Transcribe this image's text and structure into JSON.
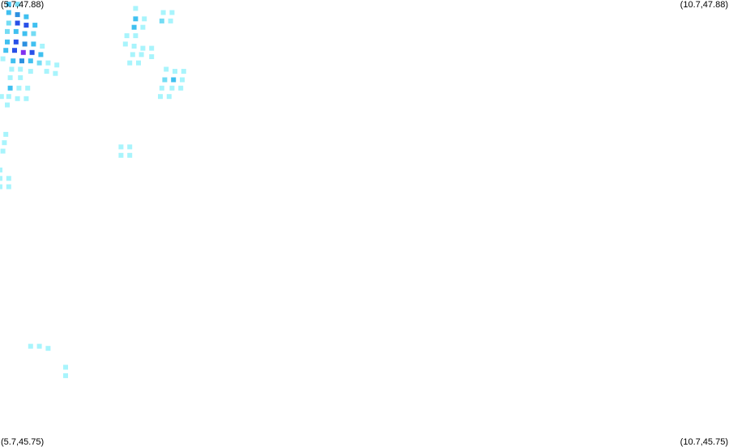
{
  "corners": {
    "top_left": "(5.7,47.88)",
    "top_right": "(10.7,47.88)",
    "bottom_left": "(5.7,45.75)",
    "bottom_right": "(10.7,45.75)"
  },
  "chart_data": {
    "type": "heatmap",
    "x_range": [
      5.7,
      10.7
    ],
    "y_range": [
      45.75,
      47.88
    ],
    "cell_size_deg": 0.0611,
    "level_colors": {
      "1": "#a8f4fc",
      "2": "#74dcf4",
      "3": "#40c0f0",
      "4": "#2c90e0",
      "5": "#2850e8",
      "6": "#8030f0"
    },
    "cells": [
      [
        5.76,
        47.86,
        3
      ],
      [
        5.82,
        47.86,
        2
      ],
      [
        5.76,
        47.82,
        3
      ],
      [
        5.82,
        47.81,
        4
      ],
      [
        5.88,
        47.8,
        3
      ],
      [
        5.76,
        47.77,
        2
      ],
      [
        5.82,
        47.77,
        5
      ],
      [
        5.88,
        47.76,
        5
      ],
      [
        5.94,
        47.76,
        3
      ],
      [
        5.75,
        47.73,
        2
      ],
      [
        5.81,
        47.73,
        3
      ],
      [
        5.87,
        47.72,
        3
      ],
      [
        5.93,
        47.72,
        2
      ],
      [
        5.75,
        47.68,
        3
      ],
      [
        5.81,
        47.68,
        5
      ],
      [
        5.87,
        47.67,
        4
      ],
      [
        5.93,
        47.67,
        3
      ],
      [
        5.99,
        47.66,
        1
      ],
      [
        5.74,
        47.64,
        3
      ],
      [
        5.8,
        47.64,
        5
      ],
      [
        5.86,
        47.63,
        6
      ],
      [
        5.92,
        47.63,
        5
      ],
      [
        5.98,
        47.62,
        3
      ],
      [
        5.72,
        47.6,
        1
      ],
      [
        5.79,
        47.59,
        3
      ],
      [
        5.85,
        47.59,
        4
      ],
      [
        5.91,
        47.59,
        3
      ],
      [
        5.97,
        47.58,
        2
      ],
      [
        6.03,
        47.58,
        1
      ],
      [
        6.09,
        47.57,
        1
      ],
      [
        5.78,
        47.55,
        1
      ],
      [
        5.84,
        47.55,
        1
      ],
      [
        5.91,
        47.54,
        1
      ],
      [
        6.02,
        47.54,
        1
      ],
      [
        6.08,
        47.53,
        1
      ],
      [
        5.77,
        47.51,
        1
      ],
      [
        5.84,
        47.51,
        1
      ],
      [
        5.77,
        47.46,
        3
      ],
      [
        5.83,
        47.46,
        1
      ],
      [
        5.89,
        47.46,
        1
      ],
      [
        5.71,
        47.42,
        1
      ],
      [
        5.76,
        47.42,
        1
      ],
      [
        5.82,
        47.41,
        1
      ],
      [
        5.88,
        47.41,
        1
      ],
      [
        5.75,
        47.38,
        1
      ],
      [
        5.74,
        47.24,
        1
      ],
      [
        5.73,
        47.2,
        1
      ],
      [
        5.72,
        47.16,
        1
      ],
      [
        5.7,
        47.07,
        1
      ],
      [
        5.7,
        47.03,
        1
      ],
      [
        5.76,
        47.03,
        1
      ],
      [
        5.7,
        46.99,
        1
      ],
      [
        5.76,
        46.99,
        1
      ],
      [
        5.91,
        46.23,
        1
      ],
      [
        5.97,
        46.23,
        1
      ],
      [
        6.03,
        46.22,
        1
      ],
      [
        6.15,
        46.13,
        1
      ],
      [
        6.15,
        46.09,
        1
      ],
      [
        6.63,
        47.84,
        1
      ],
      [
        6.69,
        47.79,
        1
      ],
      [
        6.63,
        47.79,
        3
      ],
      [
        6.62,
        47.75,
        3
      ],
      [
        6.68,
        47.75,
        1
      ],
      [
        6.57,
        47.71,
        1
      ],
      [
        6.63,
        47.71,
        1
      ],
      [
        6.56,
        47.67,
        1
      ],
      [
        6.62,
        47.66,
        1
      ],
      [
        6.68,
        47.65,
        1
      ],
      [
        6.74,
        47.65,
        1
      ],
      [
        6.61,
        47.62,
        1
      ],
      [
        6.67,
        47.62,
        1
      ],
      [
        6.74,
        47.61,
        1
      ],
      [
        6.59,
        47.58,
        1
      ],
      [
        6.65,
        47.58,
        1
      ],
      [
        6.82,
        47.82,
        1
      ],
      [
        6.88,
        47.82,
        1
      ],
      [
        6.81,
        47.78,
        2
      ],
      [
        6.87,
        47.78,
        1
      ],
      [
        6.84,
        47.55,
        1
      ],
      [
        6.9,
        47.54,
        1
      ],
      [
        6.96,
        47.54,
        1
      ],
      [
        6.83,
        47.5,
        2
      ],
      [
        6.89,
        47.5,
        3
      ],
      [
        6.95,
        47.5,
        1
      ],
      [
        6.81,
        47.46,
        1
      ],
      [
        6.88,
        47.46,
        1
      ],
      [
        6.94,
        47.46,
        1
      ],
      [
        6.8,
        47.42,
        1
      ],
      [
        6.86,
        47.42,
        1
      ],
      [
        6.53,
        47.18,
        1
      ],
      [
        6.59,
        47.18,
        1
      ],
      [
        6.53,
        47.14,
        1
      ],
      [
        6.59,
        47.14,
        1
      ]
    ]
  }
}
